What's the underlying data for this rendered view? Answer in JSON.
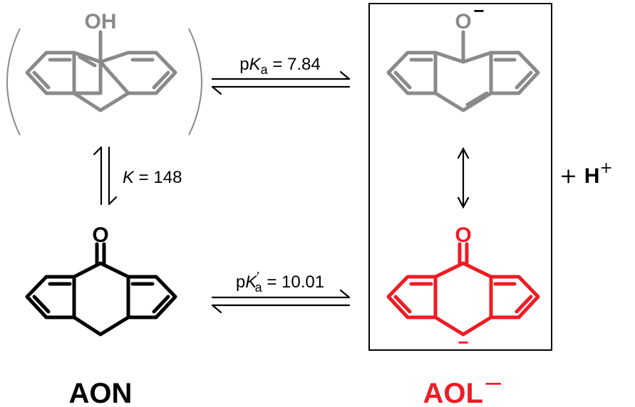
{
  "molecules": {
    "anthranol": {
      "atom_label": "OH",
      "color": "#8a8a8a"
    },
    "enolate": {
      "atom_label": "O",
      "charge": "−",
      "color": "#8a8a8a"
    },
    "anthrone": {
      "atom_label": "O",
      "color": "#000000",
      "name": "AON"
    },
    "carbanion": {
      "atom_label": "O",
      "charge": "−",
      "color": "#ee1c25",
      "name": "AOL",
      "name_charge": "−"
    }
  },
  "equilibria": {
    "top": {
      "prefix": "p",
      "symbol": "K",
      "subscript": "a",
      "value": " = 7.84"
    },
    "left": {
      "symbol": "K",
      "value": " = 148"
    },
    "bottom": {
      "prefix": "p",
      "symbol": "K",
      "prime": "′",
      "subscript": "a",
      "value": " = 10.01"
    }
  },
  "proton": {
    "plus": "+ ",
    "symbol": "H",
    "charge": "+"
  },
  "colors": {
    "gray": "#8a8a8a",
    "red": "#ee1c25",
    "black": "#000000"
  }
}
